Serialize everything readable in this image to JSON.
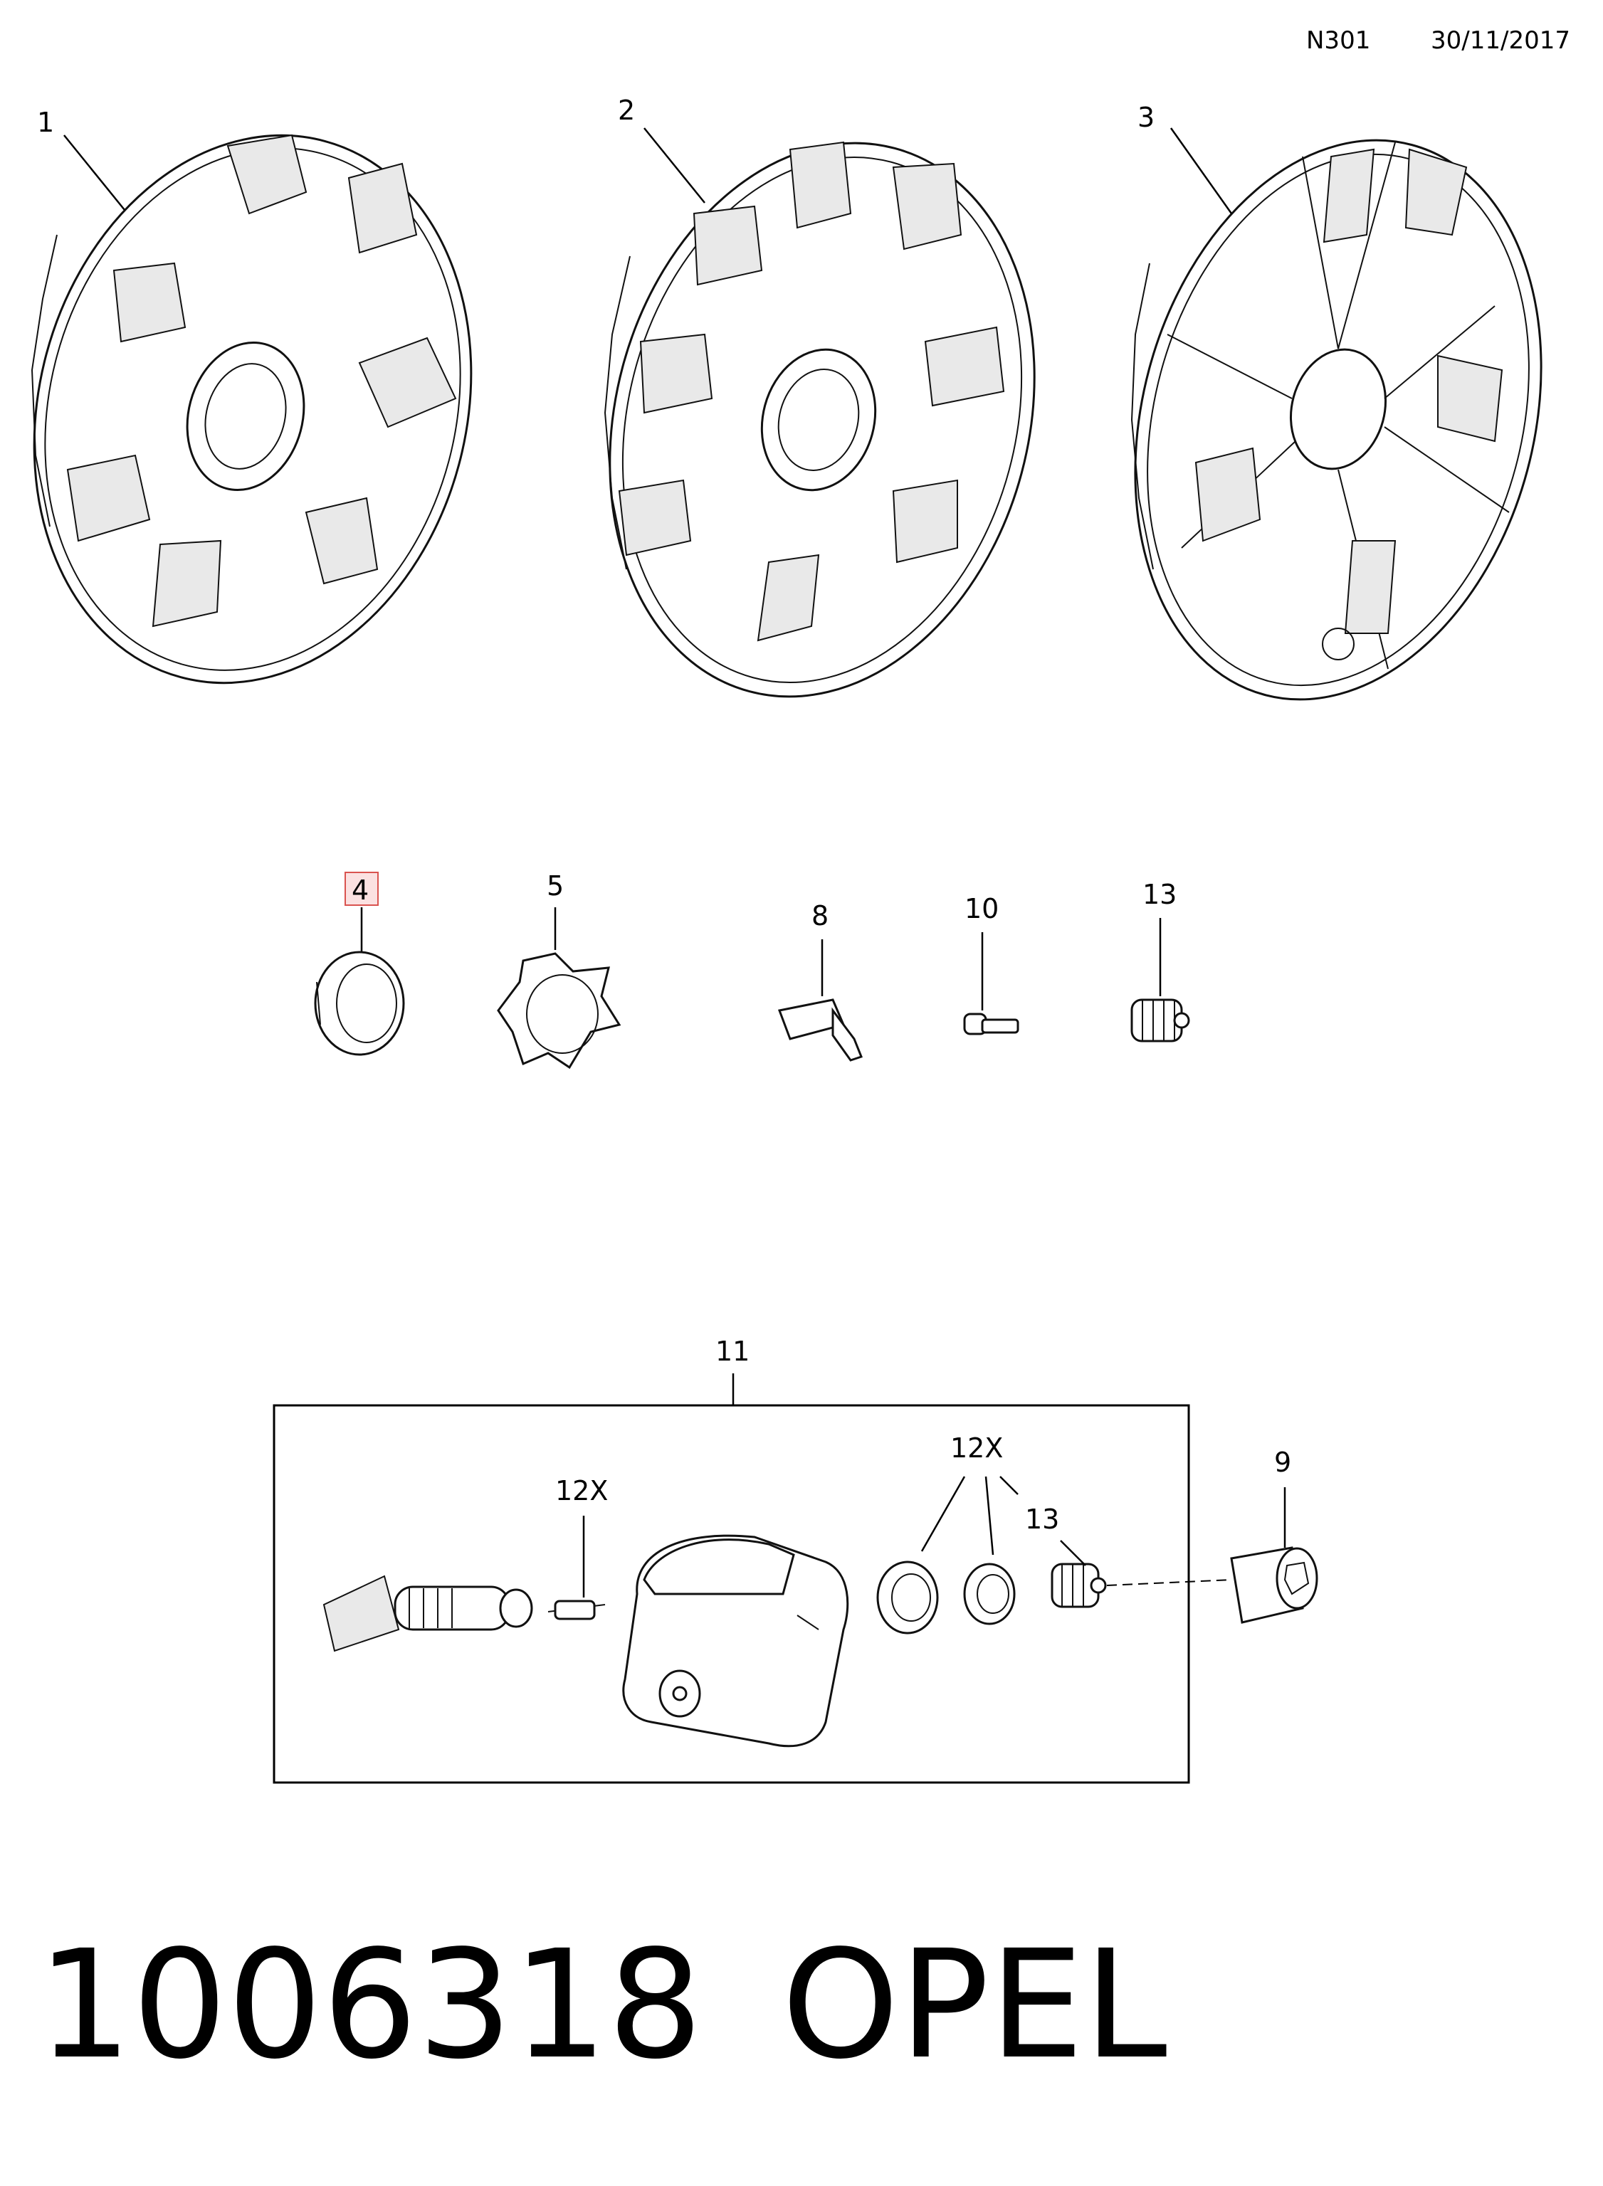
{
  "header": {
    "code": "N301",
    "date": "30/11/2017"
  },
  "callouts": {
    "c1": "1",
    "c2": "2",
    "c3": "3",
    "c4": "4",
    "c5": "5",
    "c8": "8",
    "c10": "10",
    "c13a": "13",
    "c11": "11",
    "c12x_a": "12X",
    "c12x_b": "12X",
    "c13b": "13",
    "c9": "9"
  },
  "highlight_color": "#d9534f",
  "footer": {
    "part_number": "1006318",
    "brand": "OPEL"
  }
}
